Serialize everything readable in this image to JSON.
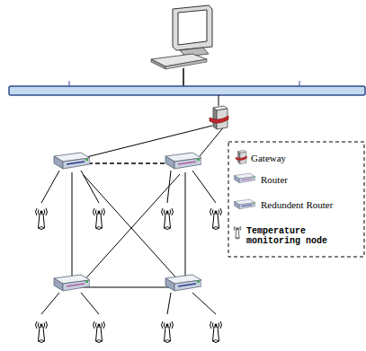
{
  "diagram": {
    "legend": [
      {
        "text": "Gateway"
      },
      {
        "text": "Router"
      },
      {
        "text": "Redundent Router"
      },
      {
        "text": "Temperature monitoring node"
      }
    ]
  }
}
